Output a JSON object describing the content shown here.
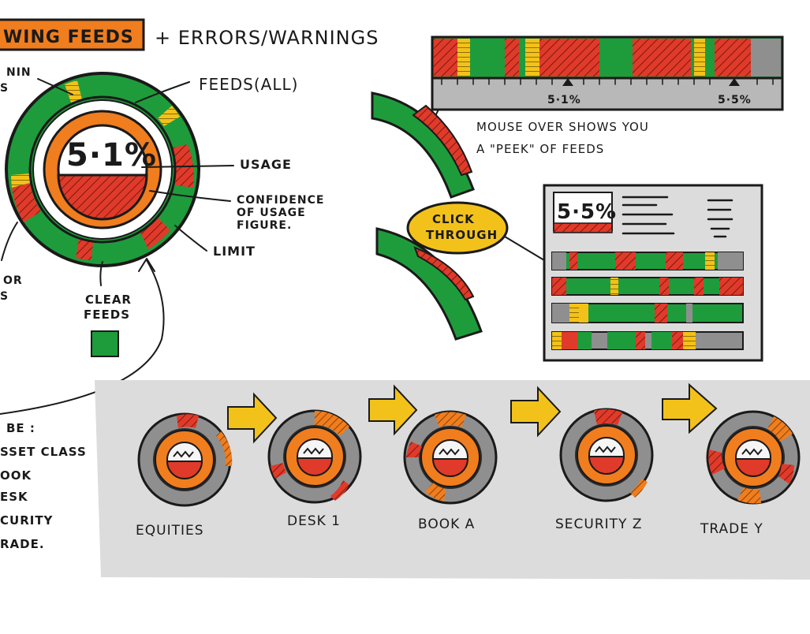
{
  "header": {
    "title_highlight": "WING FEEDS",
    "title_rest": "+ ERRORS/WARNINGS"
  },
  "gauge": {
    "value": "5·1%",
    "labels": {
      "feeds_all": "FEEDS(ALL)",
      "usage": "USAGE",
      "confidence_line1": "CONFIDENCE",
      "confidence_line2": "OF USAGE",
      "confidence_line3": "FIGURE.",
      "limit": "LIMIT",
      "clear_line1": "CLEAR",
      "clear_line2": "FEEDS",
      "left_top_line1": "NIN",
      "left_top_line2": "S",
      "left_mid_line1": "OR",
      "left_mid_line2": "S"
    }
  },
  "timeline": {
    "marker1": "5·1%",
    "marker2": "5·5%",
    "note_line1": "MOUSE OVER SHOWS YOU",
    "note_line2": "A \"PEEK\" OF FEEDS"
  },
  "popup": {
    "click_line1": "CLICK",
    "click_line2": "THROUGH",
    "value": "5·5%"
  },
  "drilldown": {
    "intro": [
      "BE :",
      "SSET CLASS",
      "OOK",
      "ESK",
      "CURITY",
      "RADE."
    ],
    "levels": [
      "EQUITIES",
      "DESK 1",
      "BOOK A",
      "SECURITY Z",
      "TRADE Y"
    ]
  },
  "colors": {
    "green": "#1e9c3c",
    "red": "#e03a2a",
    "orange": "#f07d1e",
    "yellow": "#f3c21a",
    "grey": "#8f8f8f",
    "panel_grey": "#dcdcdc"
  }
}
